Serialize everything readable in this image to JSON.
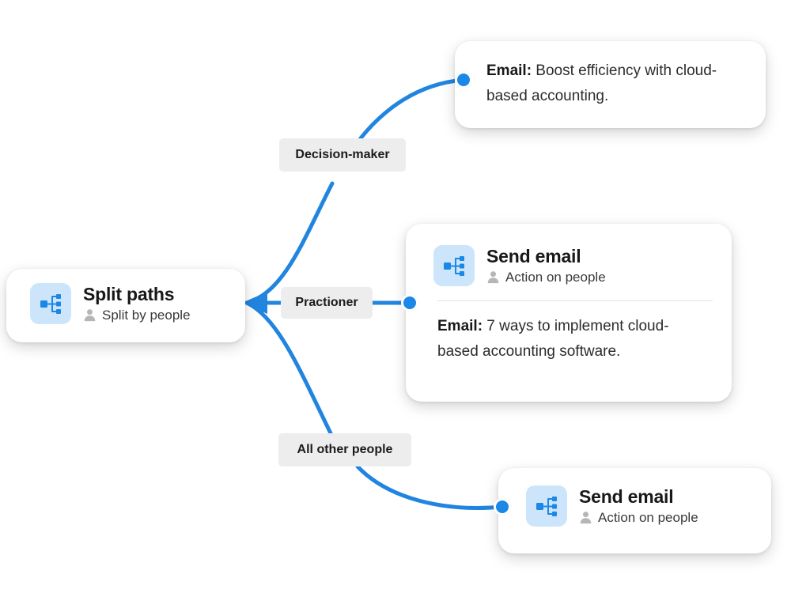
{
  "diagram": {
    "title": "Split paths journey branch canvas",
    "accent_color": "#1B87E6",
    "label_chip_color": "#EDEDED",
    "icon_tile_color": "#CCE5FA",
    "card_background": "#FFFFFF"
  },
  "source_node": {
    "title": "Split paths",
    "subtitle": "Split by people",
    "icon": "split-paths-icon",
    "person_icon": "person-icon"
  },
  "branches": [
    {
      "id": "decision-maker",
      "label": "Decision-maker"
    },
    {
      "id": "practioner",
      "label": "Practioner"
    },
    {
      "id": "all-other-people",
      "label": "All other people"
    }
  ],
  "cards": {
    "top": {
      "body_prefix": "Email:",
      "body_text": " Boost efficiency with cloud-based accounting."
    },
    "middle": {
      "title": "Send email",
      "subtitle": "Action on people",
      "icon": "send-email-icon",
      "person_icon": "person-icon",
      "body_prefix": "Email:",
      "body_text": " 7 ways to implement cloud-based accounting software."
    },
    "bottom": {
      "title": "Send email",
      "subtitle": "Action on people",
      "icon": "send-email-icon",
      "person_icon": "person-icon"
    }
  }
}
